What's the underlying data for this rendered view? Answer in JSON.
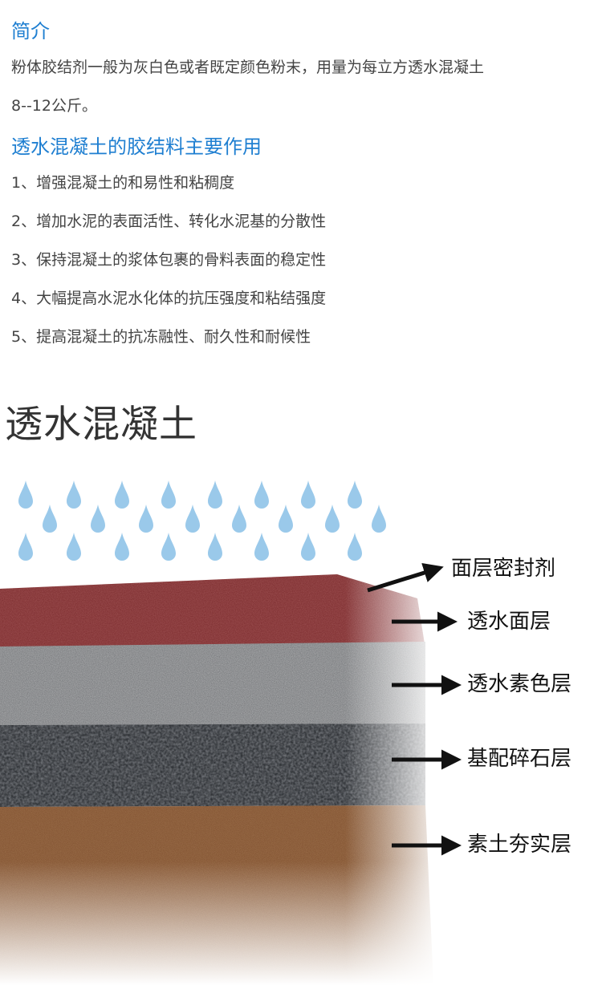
{
  "intro": {
    "heading": "简介",
    "line1": "粉体胶结剂一般为灰白色或者既定颜色粉末，用量为每立方透水混凝土",
    "line2": "8--12公斤。"
  },
  "functions": {
    "heading": "透水混凝土的胶结料主要作用",
    "items": [
      "1、增强混凝土的和易性和粘稠度",
      "2、增加水泥的表面活性、转化水泥基的分散性",
      "3、保持混凝土的浆体包裹的骨料表面的稳定性",
      "4、大幅提高水泥水化体的抗压强度和粘结强度",
      "5、提高混凝土的抗冻融性、耐久性和耐候性"
    ]
  },
  "diagram": {
    "title": "透水混凝土",
    "layers": [
      "面层密封剂",
      "透水面层",
      "透水素色层",
      "基配碎石层",
      "素土夯实层"
    ],
    "colors": {
      "heading": "#1f7fd1",
      "sealant_surface": "#7a2a2c",
      "permeable_surface": "#8a8a8a",
      "plain_layer": "#555a60",
      "gravel": "#3a3d42",
      "soil": "#7a4a2a",
      "raindrop": "#8fc3e8"
    }
  }
}
